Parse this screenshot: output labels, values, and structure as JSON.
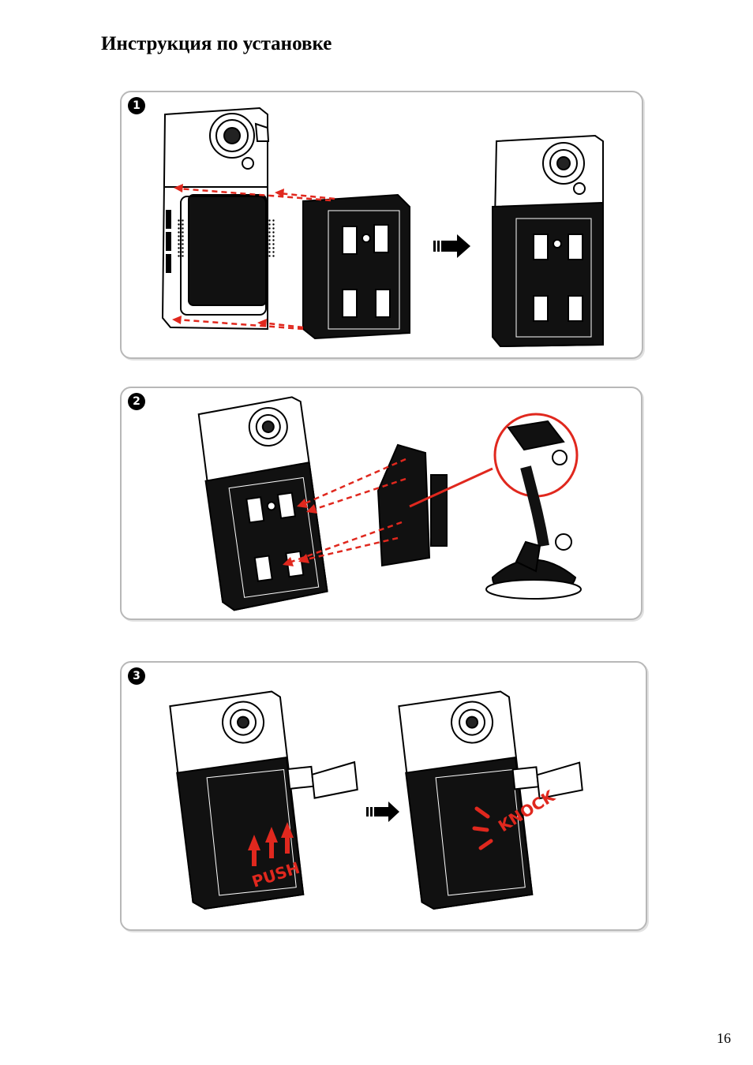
{
  "document": {
    "title": "Инструкция по установке",
    "page_number": "16"
  },
  "steps": [
    {
      "number": "1"
    },
    {
      "number": "2"
    },
    {
      "number": "3",
      "push_label": "PUSH",
      "knock_label": "KNOCK"
    }
  ],
  "colors": {
    "accent_red": "#e0281e",
    "panel_border": "#b8b8b8",
    "ink": "#000000"
  }
}
